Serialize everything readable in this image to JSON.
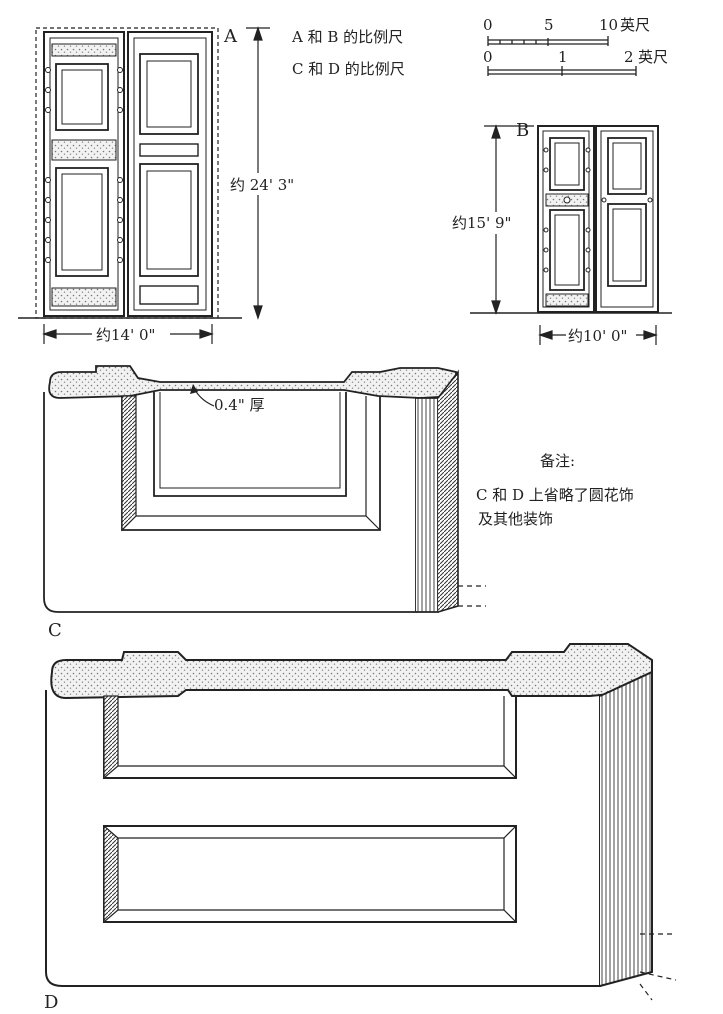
{
  "labels": {
    "a": "A",
    "b": "B",
    "c": "C",
    "d": "D"
  },
  "scale": {
    "ab_label": "A 和 B 的比例尺",
    "cd_label": "C 和 D 的比例尺",
    "ab_ticks": [
      "0",
      "5",
      "10"
    ],
    "ab_unit": "英尺",
    "cd_ticks": [
      "0",
      "1",
      "2"
    ],
    "cd_unit": "英尺"
  },
  "dimensions": {
    "a_height": "约 24' 3\"",
    "a_width": "约14' 0\"",
    "b_height": "约15' 9\"",
    "b_width": "约10' 0\""
  },
  "detail_c": {
    "thickness": "0.4\" 厚"
  },
  "note": {
    "title": "备注:",
    "line1": "C 和 D 上省略了圆花饰",
    "line2": "及其他装饰"
  },
  "colors": {
    "ink": "#222222",
    "stipple": "#777777"
  }
}
